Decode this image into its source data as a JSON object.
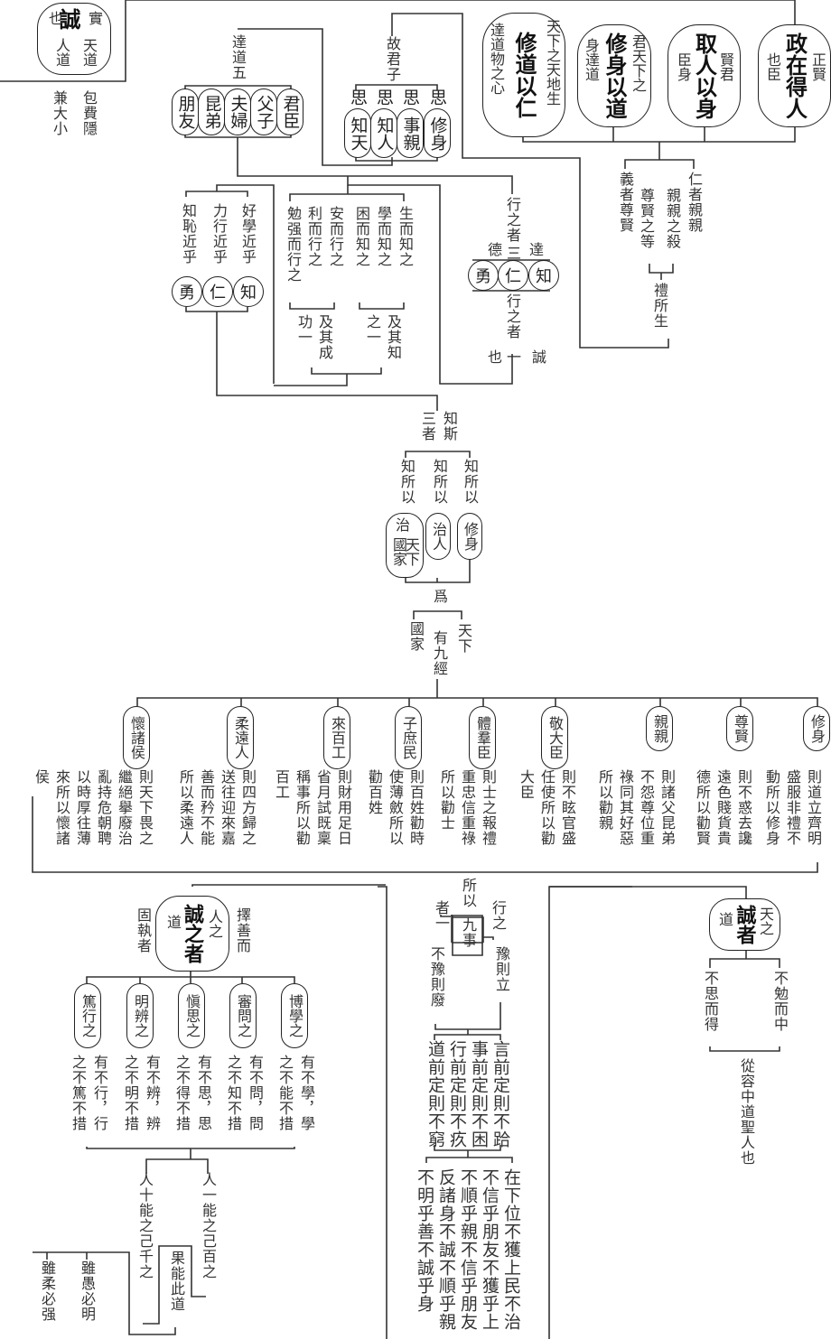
{
  "diagram_title": "中庸 第二十章 表解",
  "cheng": {
    "main": "誠",
    "left": "也",
    "right": "實",
    "sub_right": "天道",
    "sub_left": "人道",
    "note_right": "包費隱",
    "note_left": "兼大小"
  },
  "dadao": {
    "title": "達道五",
    "items": [
      "君臣",
      "父子",
      "夫婦",
      "昆弟",
      "朋友"
    ]
  },
  "junzi": {
    "title": "故君子",
    "si": [
      "思",
      "思",
      "思",
      "思"
    ],
    "items": [
      "修身",
      "事親",
      "知人",
      "知天"
    ]
  },
  "top_boxes": [
    {
      "main": "政在得人",
      "right": "正賢",
      "left": "也臣"
    },
    {
      "main": "取人以身",
      "right": "賢君",
      "left": "臣身"
    },
    {
      "main": "修身以道",
      "right": "君天下之",
      "left": "身達道"
    },
    {
      "main": "修道以仁",
      "right": "天下之天地生",
      "left": "達道物之心"
    }
  ],
  "li": {
    "ren": "仁者親親",
    "qinqin": "親親之殺",
    "zunxian": "尊賢之等",
    "yi": "義者尊賢",
    "suosheng": "禮所生"
  },
  "dade": {
    "top": "行之者",
    "right": "達",
    "mid": "三",
    "left": "德",
    "virtues": [
      "知",
      "仁",
      "勇"
    ],
    "bottom": "行之者",
    "b_right": "誠",
    "b_mid": "一",
    "b_left": "也"
  },
  "jin": {
    "items": [
      {
        "text": "好學近乎",
        "virtue": "知"
      },
      {
        "text": "力行近乎",
        "virtue": "仁"
      },
      {
        "text": "知恥近乎",
        "virtue": "勇"
      }
    ]
  },
  "zhi_xing": {
    "zhi": [
      "生而知之",
      "學而知之",
      "困而知之"
    ],
    "xing": [
      "安而行之",
      "利而行之",
      "勉强而行之"
    ],
    "zhi_end": [
      "及其知",
      "之一"
    ],
    "xing_end": [
      "及其成",
      "功一"
    ]
  },
  "sanzhe": {
    "title_right": "知斯",
    "title_left": "三者",
    "items": [
      {
        "pre": "知所以",
        "obj": "修身"
      },
      {
        "pre": "知所以",
        "obj": "治人"
      },
      {
        "pre": "知所以",
        "obj": "治天下國家"
      }
    ],
    "wei": "爲",
    "tianxia": "天下",
    "guojia": "國家",
    "jiujing": "有九經"
  },
  "jiujing": [
    {
      "name": "修身",
      "cols": [
        "則道立齊明",
        "盛服非禮不",
        "動所以修身"
      ]
    },
    {
      "name": "尊賢",
      "cols": [
        "則不惑去讒",
        "遠色賤貨貴",
        "德所以勸賢"
      ]
    },
    {
      "name": "親親",
      "cols": [
        "則諸父昆弟",
        "不怨尊位重",
        "祿同其好惡",
        "所以勸親"
      ]
    },
    {
      "name": "敬大臣",
      "cols": [
        "則不眩官盛",
        "任使所以勸",
        "大臣"
      ]
    },
    {
      "name": "體羣臣",
      "cols": [
        "則士之報禮",
        "重忠信重祿",
        "所以勸士"
      ]
    },
    {
      "name": "子庶民",
      "cols": [
        "則百姓勸時",
        "使薄斂所以",
        "勸百姓"
      ]
    },
    {
      "name": "來百工",
      "cols": [
        "則財用足日",
        "省月試既稟",
        "稱事所以勸",
        "百工"
      ]
    },
    {
      "name": "柔遠人",
      "cols": [
        "則四方歸之",
        "送往迎來嘉",
        "善而矜不能",
        "所以柔遠人"
      ]
    },
    {
      "name": "懷諸侯",
      "cols": [
        "則天下畏之",
        "繼絕擧廢治",
        "亂持危朝聘",
        "以時厚往薄",
        "來所以懷諸",
        "侯"
      ]
    }
  ],
  "jiushi": {
    "top": "所以",
    "right": "行之",
    "left": "者一",
    "center": "九事",
    "yu": "豫則立",
    "buyu": "不豫則廢",
    "qian": [
      "言前定則不跲",
      "事前定則不困",
      "行前定則不疚",
      "道前定則不窮"
    ],
    "chain": [
      "在下位不獲上民不治",
      "不信乎朋友不獲乎上",
      "不順乎親不信乎朋友",
      "反諸身不誠不順乎親",
      "不明乎善不誠乎身"
    ]
  },
  "chengzhi": {
    "main": "誠之者",
    "right": "人之",
    "left": "道",
    "outer_right": "擇善而",
    "outer_left": "固執者",
    "items": [
      {
        "name": "博學之",
        "a": "有不學，學",
        "b": "之不能不措"
      },
      {
        "name": "審問之",
        "a": "有不問，問",
        "b": "之不知不措"
      },
      {
        "name": "愼思之",
        "a": "有不思，思",
        "b": "之不得不措"
      },
      {
        "name": "明辨之",
        "a": "有不辨，辨",
        "b": "之不明不措"
      },
      {
        "name": "篤行之",
        "a": "有不行，行",
        "b": "之不篤不措"
      }
    ],
    "renyi": "人一能之己百之",
    "renshi": "人十能之己千之",
    "guoneng": "果能此道",
    "yu": "雖愚必明",
    "rou": "雖柔必强"
  },
  "chengzhe": {
    "main": "誠者",
    "right": "天之",
    "left": "道",
    "mian": "不勉而中",
    "si": "不思而得",
    "conclusion": "從容中道聖人也"
  }
}
